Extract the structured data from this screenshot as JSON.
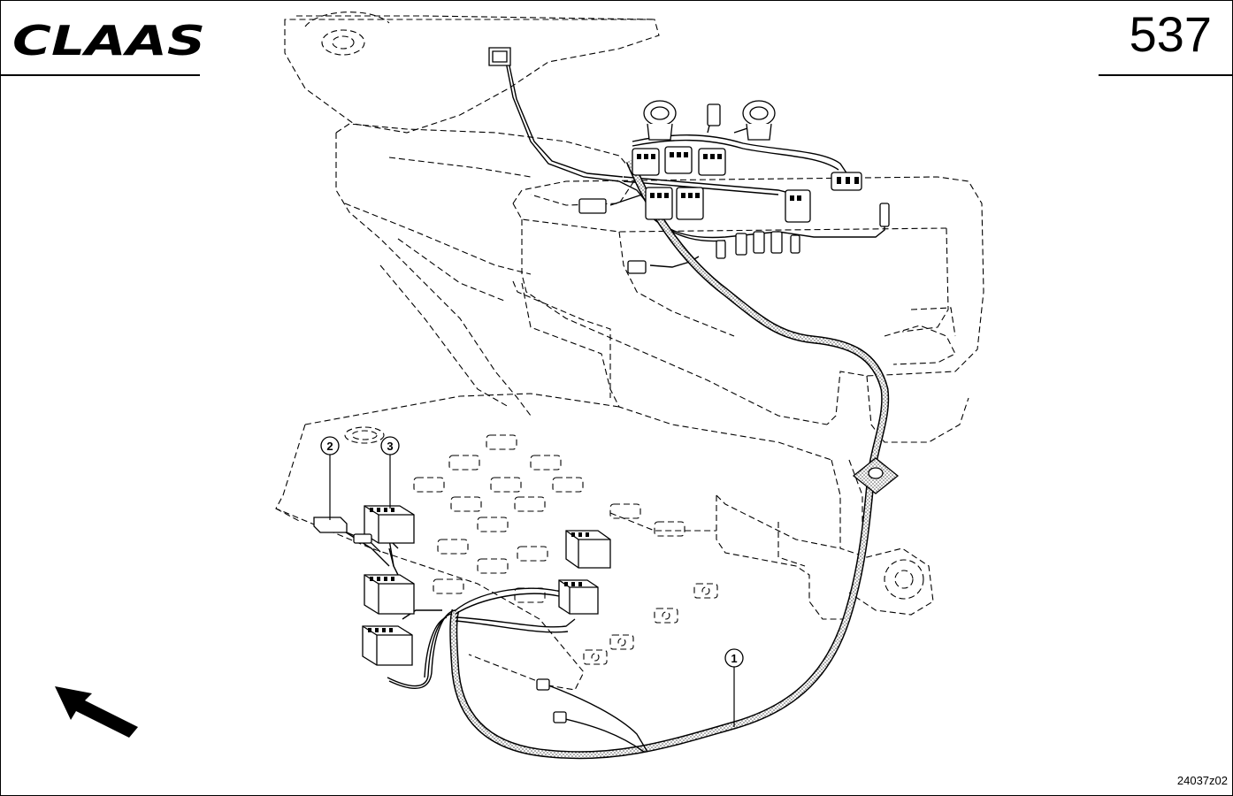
{
  "header": {
    "brand": "CLAAS",
    "page_number": "537"
  },
  "footer": {
    "drawing_code": "24037z02"
  },
  "callouts": [
    {
      "label": "1"
    },
    {
      "label": "2"
    },
    {
      "label": "3"
    }
  ]
}
